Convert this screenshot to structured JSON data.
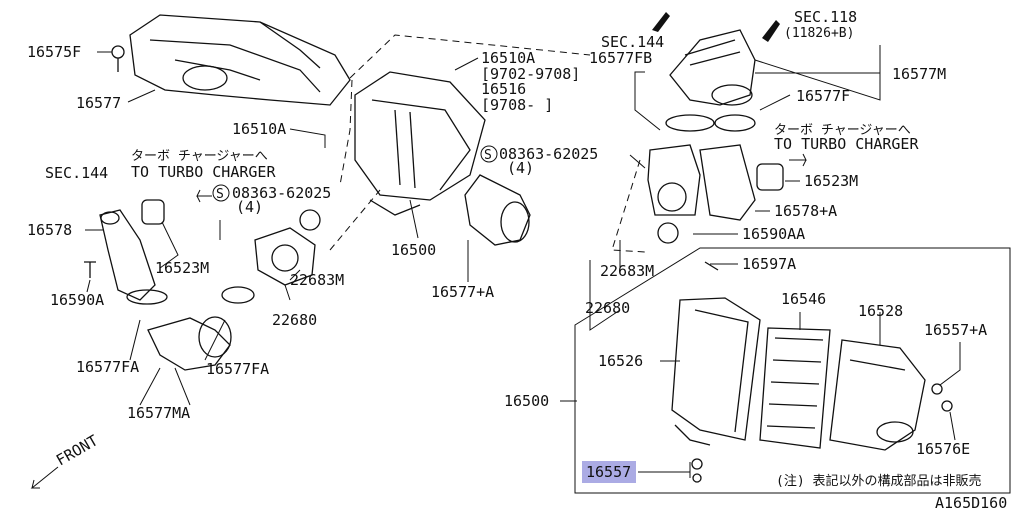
{
  "diagram": {
    "labels": {
      "p16575F": "16575F",
      "p16577_top": "16577",
      "p16510A_top": "16510A",
      "p9702": "[9702-9708]",
      "p16516": "16516",
      "p9708": "[9708-     ]",
      "p16510A_mid": "16510A",
      "turbo_jp_left": "ターボ チャージャーへ",
      "turbo_en_left": "TO TURBO CHARGER",
      "sec144_left": "SEC.144",
      "p16578": "16578",
      "p16590A": "16590A",
      "p16523M_left": "16523M",
      "bolt_left": "08363-62025",
      "qty_left": "(4)",
      "p22683M_left": "22683M",
      "p22680_left": "22680",
      "p16577FA_left": "16577FA",
      "p16577FA_right": "16577FA",
      "p16577MA": "16577MA",
      "p16500_top": "16500",
      "p16577A_left": "16577+A",
      "front": "FRONT",
      "sec118": "SEC.118",
      "sec118_sub": "(11826+B)",
      "sec144_right": "SEC.144",
      "p16577FB": "16577FB",
      "p16577M": "16577M",
      "p16577F": "16577F",
      "turbo_jp_right": "ターボ チャージャーへ",
      "turbo_en_right": "TO TURBO CHARGER",
      "bolt_right": "08363-62025",
      "qty_right": "(4)",
      "p16523M_right": "16523M",
      "p16578A": "16578+A",
      "p16590AA": "16590AA",
      "p22683M_right": "22683M",
      "p22680_right": "22680",
      "p16597A": "16597A",
      "p16546": "16546",
      "p16528": "16528",
      "p16557A": "16557+A",
      "p16526": "16526",
      "p16500_box": "16500",
      "p16576E": "16576E",
      "p16557": "16557",
      "note": "(注) 表記以外の構成部品は非販売",
      "figure_id": "A165D160",
      "bolt_symbol": "S"
    },
    "highlight_color": "#8f8fdb"
  }
}
